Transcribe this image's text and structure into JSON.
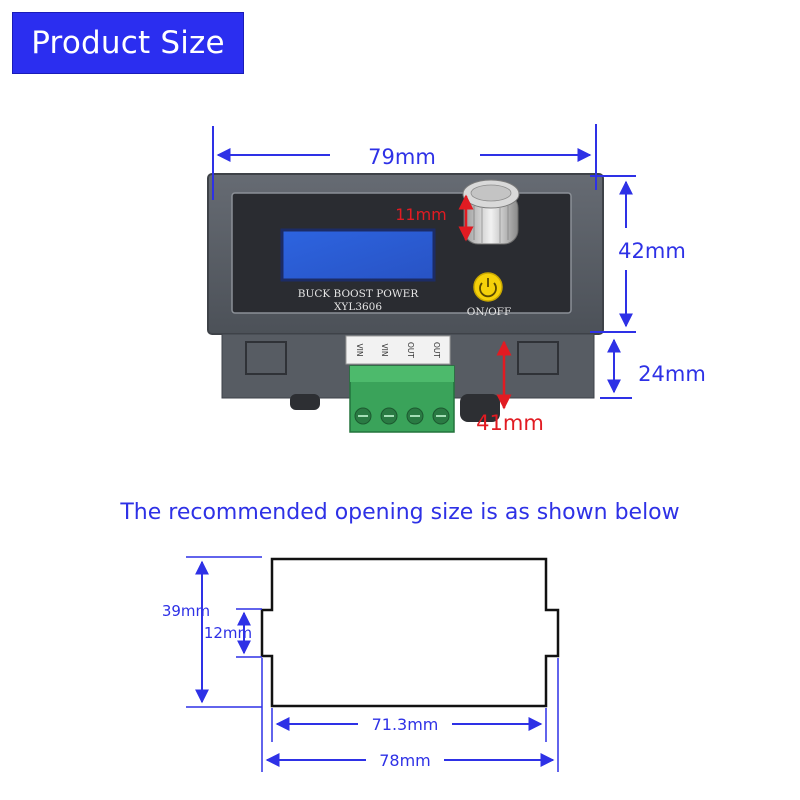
{
  "header": {
    "title": "Product Size"
  },
  "dimensions": {
    "width": "79mm",
    "height": "42mm",
    "depth": "24mm",
    "knob": "11mm",
    "terminal": "41mm"
  },
  "panel": {
    "line1": "BUCK BOOST POWER",
    "line2": "XYL3606",
    "button_label": "ON/OFF",
    "terminals": [
      "VIN",
      "VIN",
      "OUT",
      "OUT"
    ]
  },
  "opening": {
    "caption": "The recommended opening size is as shown below",
    "height": "39mm",
    "notch": "12mm",
    "inner_width": "71.3mm",
    "outer_width": "78mm"
  },
  "colors": {
    "badge": "#2b2ef0",
    "dimension": "#2e31e6",
    "highlight": "#e11b22",
    "housing": "#5a6068",
    "lcd": "#2f5fd8",
    "terminal": "#3aa35a",
    "button": "#f5d10a"
  },
  "icons": [
    "power-icon"
  ]
}
